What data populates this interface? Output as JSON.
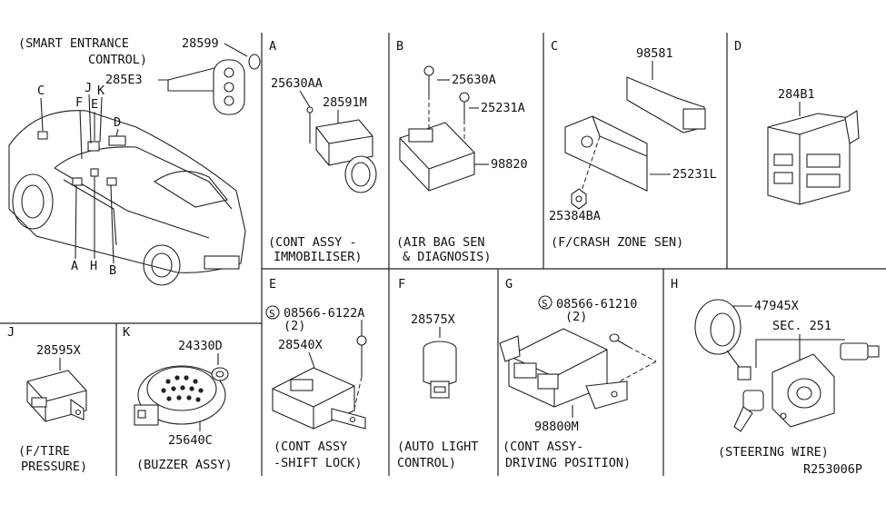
{
  "ref": "R253006P",
  "panels": {
    "main": {
      "caption1": "(SMART ENTRANCE",
      "caption2": "CONTROL)",
      "parts": [
        "28599",
        "285E3"
      ],
      "locators": [
        "C",
        "F",
        "J",
        "E",
        "K",
        "D",
        "A",
        "H",
        "B"
      ]
    },
    "A": {
      "letter": "A",
      "parts": [
        "25630AA",
        "28591M"
      ],
      "caption1": "(CONT ASSY -",
      "caption2": "IMMOBILISER)"
    },
    "B": {
      "letter": "B",
      "parts": [
        "25630A",
        "25231A",
        "98820"
      ],
      "caption1": "(AIR BAG SEN",
      "caption2": "& DIAGNOSIS)"
    },
    "C": {
      "letter": "C",
      "parts": [
        "98581",
        "25231L",
        "25384BA"
      ],
      "caption1": "(F/CRASH ZONE SEN)"
    },
    "D": {
      "letter": "D",
      "parts": [
        "284B1"
      ]
    },
    "E": {
      "letter": "E",
      "screw_symbol": "S",
      "parts": [
        "08566-6122A",
        "(2)",
        "28540X"
      ],
      "caption1": "(CONT ASSY",
      "caption2": "-SHIFT LOCK)"
    },
    "F": {
      "letter": "F",
      "parts": [
        "28575X"
      ],
      "caption1": "(AUTO LIGHT",
      "caption2": "CONTROL)"
    },
    "G": {
      "letter": "G",
      "screw_symbol": "S",
      "parts": [
        "08566-61210",
        "(2)",
        "98800M"
      ],
      "caption1": "(CONT ASSY-",
      "caption2": "DRIVING POSITION)"
    },
    "H": {
      "letter": "H",
      "parts": [
        "47945X",
        "SEC. 251"
      ],
      "caption1": "(STEERING WIRE)"
    },
    "J": {
      "letter": "J",
      "parts": [
        "28595X"
      ],
      "caption1": "(F/TIRE",
      "caption2": "PRESSURE)"
    },
    "K": {
      "letter": "K",
      "parts": [
        "24330D",
        "25640C"
      ],
      "caption1": "(BUZZER ASSY)"
    }
  }
}
